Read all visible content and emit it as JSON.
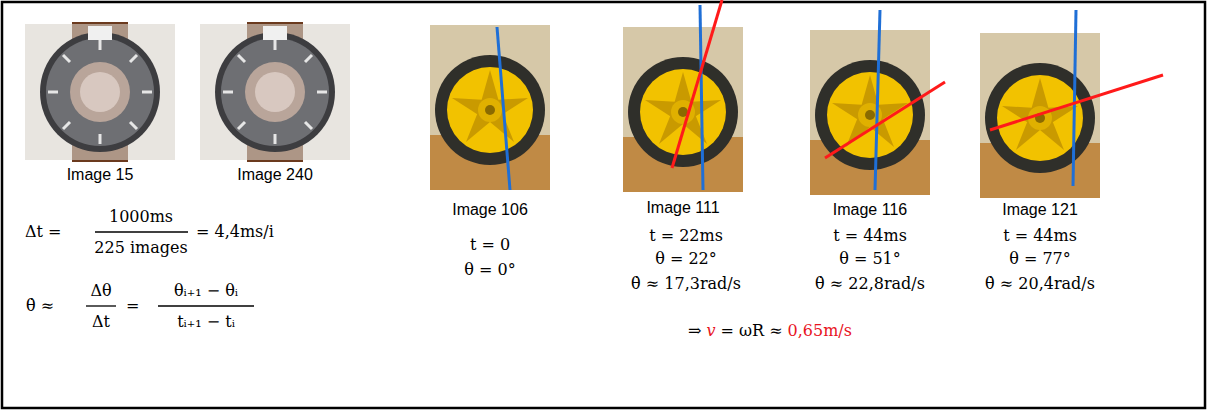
{
  "diagram": {
    "labels": [
      "Image 15",
      "Image 240",
      "Δt =",
      "1000ms",
      "225 images",
      "= 4,4ms/i",
      "θ̇ ≈",
      "Δθ",
      "Δt",
      "=",
      "θᵢ₊₁ − θᵢ",
      "tᵢ₊₁ − tᵢ",
      "Image 106",
      "t = 0",
      "θ = 0°",
      "Image 111",
      "t = 22ms",
      "θ = 22°",
      "θ̇ ≈ 17,3rad/s",
      "Image 116",
      "t = 44ms",
      "θ = 51°",
      "θ̇ ≈ 22,8rad/s",
      "Image 121",
      "t = 44ms",
      "θ = 77°",
      "θ̇ ≈ 20,4rad/s",
      "⇒",
      "v",
      "= ωR ≈",
      "0,65m/s"
    ]
  }
}
